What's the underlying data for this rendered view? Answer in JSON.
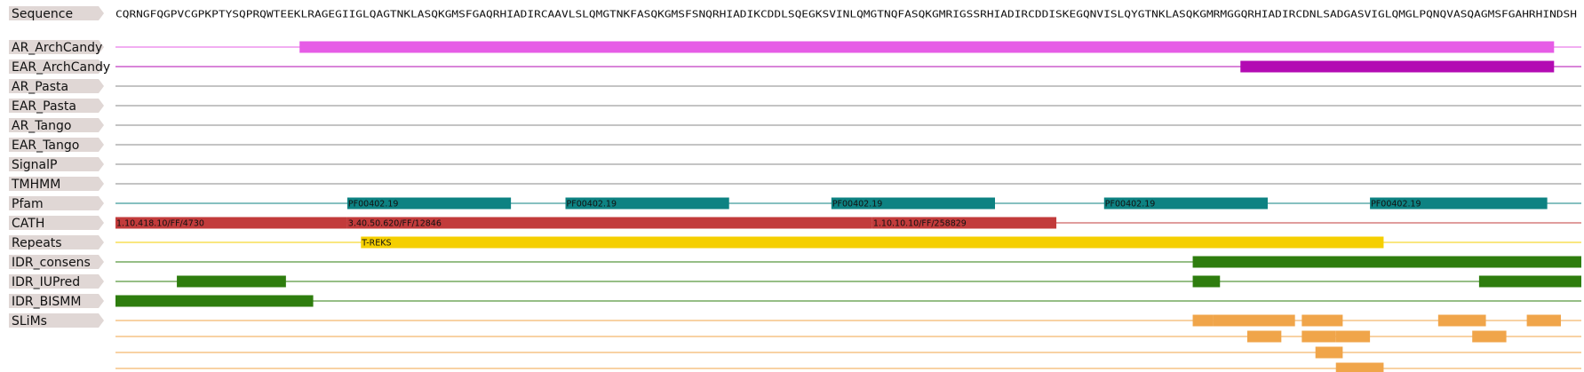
{
  "sequence": {
    "label": "Sequence",
    "residues": "CQRNGFQGPVCGPKPTYSQPRQWTEEKLRAGEGIIGLQAGTNKLASQKGMSFGAQRHIADIRCAAVLSLQMGTNKFASQKGMSFSNQRHIADIKCDDLSQEGKSVINLQMGTNQFASQKGMRIGSSRHIADIRCDDISKEGQNVISLQYGTNKLASQKGMRMGGQRHIADIRCDNLSADGASVIGLQMGLPQNQVASQAGMSFGAHRHINDSH"
  },
  "chart_data": {
    "type": "feature-track-viewer",
    "sequence_length": 215,
    "tracks": [
      {
        "key": "ar_archcandy",
        "label": "AR_ArchCandy",
        "color": "#e65ce6",
        "features": [
          {
            "start": 28,
            "end": 211,
            "label": ""
          }
        ]
      },
      {
        "key": "ear_archcandy",
        "label": "EAR_ArchCandy",
        "color": "#b30bb3",
        "features": [
          {
            "start": 166,
            "end": 211,
            "label": ""
          }
        ]
      },
      {
        "key": "ar_pasta",
        "label": "AR_Pasta",
        "color": "#888888",
        "features": []
      },
      {
        "key": "ear_pasta",
        "label": "EAR_Pasta",
        "color": "#888888",
        "features": []
      },
      {
        "key": "ar_tango",
        "label": "AR_Tango",
        "color": "#888888",
        "features": []
      },
      {
        "key": "ear_tango",
        "label": "EAR_Tango",
        "color": "#888888",
        "features": []
      },
      {
        "key": "signalp",
        "label": "SignalP",
        "color": "#888888",
        "features": []
      },
      {
        "key": "tmhmm",
        "label": "TMHMM",
        "color": "#888888",
        "features": []
      },
      {
        "key": "pfam",
        "label": "Pfam",
        "color": "#0d8282",
        "features": [
          {
            "start": 35,
            "end": 58,
            "label": "PF00402.19"
          },
          {
            "start": 67,
            "end": 90,
            "label": "PF00402.19"
          },
          {
            "start": 106,
            "end": 129,
            "label": "PF00402.19"
          },
          {
            "start": 146,
            "end": 169,
            "label": "PF00402.19"
          },
          {
            "start": 185,
            "end": 210,
            "label": "PF00402.19"
          }
        ]
      },
      {
        "key": "cath",
        "label": "CATH",
        "color": "#c23b3b",
        "features": [
          {
            "start": 1,
            "end": 34,
            "label": "1.10.418.10/FF/4730"
          },
          {
            "start": 35,
            "end": 111,
            "label": "3.40.50.620/FF/12846"
          },
          {
            "start": 112,
            "end": 138,
            "label": "1.10.10.10/FF/258829"
          }
        ]
      },
      {
        "key": "repeats",
        "label": "Repeats",
        "color": "#f5cf00",
        "features": [
          {
            "start": 37,
            "end": 186,
            "label": "T-REKS"
          }
        ]
      },
      {
        "key": "idr_consens",
        "label": "IDR_consens",
        "color": "#2e7d0e",
        "features": [
          {
            "start": 159,
            "end": 215,
            "label": ""
          }
        ]
      },
      {
        "key": "idr_iupred",
        "label": "IDR_IUPred",
        "color": "#2e7d0e",
        "features": [
          {
            "start": 10,
            "end": 25,
            "label": ""
          },
          {
            "start": 159,
            "end": 162,
            "label": ""
          },
          {
            "start": 201,
            "end": 215,
            "label": ""
          }
        ]
      },
      {
        "key": "idr_bismm",
        "label": "IDR_BISMM",
        "color": "#2e7d0e",
        "features": [
          {
            "start": 1,
            "end": 29,
            "label": ""
          }
        ]
      },
      {
        "key": "slims",
        "label": "SLiMs",
        "color": "#f0a54a",
        "rows": [
          [
            {
              "start": 159,
              "end": 161
            },
            {
              "start": 162,
              "end": 173
            },
            {
              "start": 175,
              "end": 180
            },
            {
              "start": 195,
              "end": 201
            },
            {
              "start": 208,
              "end": 212
            }
          ],
          [
            {
              "start": 167,
              "end": 171
            },
            {
              "start": 175,
              "end": 179
            },
            {
              "start": 180,
              "end": 184
            },
            {
              "start": 200,
              "end": 204
            }
          ],
          [
            {
              "start": 177,
              "end": 180
            }
          ],
          [
            {
              "start": 180,
              "end": 186
            }
          ]
        ]
      }
    ]
  }
}
